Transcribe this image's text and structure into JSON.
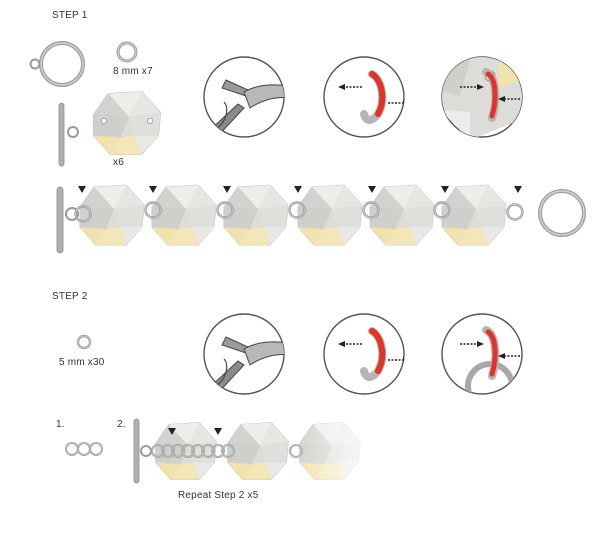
{
  "step1": {
    "title": "STEP 1",
    "ring_label": "8 mm x7",
    "crystal_label": "x6"
  },
  "step2": {
    "title": "STEP 2",
    "ring_label": "5 mm x30",
    "sub1": "1.",
    "sub2": "2.",
    "repeat_label": "Repeat Step 2 x5"
  },
  "colors": {
    "metal": "#9a9a9a",
    "metal_light": "#c8c8c8",
    "crystal_grey": "#d6d6d2",
    "crystal_light": "#ecece8",
    "crystal_yellow": "#f2e2ac",
    "plier_blue": "#2f6fb5",
    "ring_red": "#e0332a",
    "arrow": "#222222"
  }
}
